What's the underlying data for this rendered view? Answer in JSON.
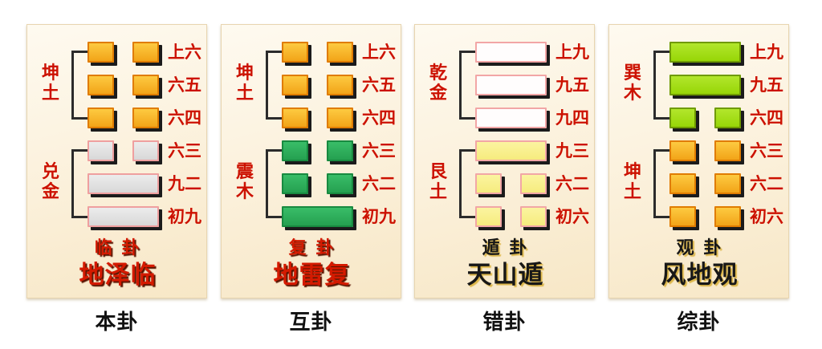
{
  "colors": {
    "line_orange": "#f7ae1d",
    "line_gray": "#e0e0e0",
    "line_green": "#2eae5c",
    "line_white": "#fffdfd",
    "line_yellow": "#f9f08f",
    "line_lime": "#a2dd17",
    "line_border_pink": "#f2a6a6",
    "line_shadow": "#1b1b1b",
    "label_red": "#cc1100",
    "name_red": "#d41a00",
    "name_black": "#171717",
    "name_gold_shadow": "#dcb64a",
    "card_background": "#fbf0da",
    "bracket_black": "#2b2b2b"
  },
  "cards": [
    {
      "footer_label": "本卦",
      "upper_trigram": "坤土",
      "lower_trigram": "兑金",
      "name_short": "临 卦",
      "name_full": "地泽临",
      "name_style": "red",
      "lines": [
        {
          "label": "上六",
          "type": "yin",
          "color": "orange"
        },
        {
          "label": "六五",
          "type": "yin",
          "color": "orange"
        },
        {
          "label": "六四",
          "type": "yin",
          "color": "orange"
        },
        {
          "label": "六三",
          "type": "yin",
          "color": "gray"
        },
        {
          "label": "九二",
          "type": "yang",
          "color": "gray"
        },
        {
          "label": "初九",
          "type": "yang",
          "color": "gray"
        }
      ]
    },
    {
      "footer_label": "互卦",
      "upper_trigram": "坤土",
      "lower_trigram": "震木",
      "name_short": "复 卦",
      "name_full": "地雷复",
      "name_style": "red",
      "lines": [
        {
          "label": "上六",
          "type": "yin",
          "color": "orange"
        },
        {
          "label": "六五",
          "type": "yin",
          "color": "orange"
        },
        {
          "label": "六四",
          "type": "yin",
          "color": "orange"
        },
        {
          "label": "六三",
          "type": "yin",
          "color": "green"
        },
        {
          "label": "六二",
          "type": "yin",
          "color": "green"
        },
        {
          "label": "初九",
          "type": "yang",
          "color": "green"
        }
      ]
    },
    {
      "footer_label": "错卦",
      "upper_trigram": "乾金",
      "lower_trigram": "艮土",
      "name_short": "遁 卦",
      "name_full": "天山遁",
      "name_style": "dark",
      "lines": [
        {
          "label": "上九",
          "type": "yang",
          "color": "white"
        },
        {
          "label": "九五",
          "type": "yang",
          "color": "white"
        },
        {
          "label": "九四",
          "type": "yang",
          "color": "white"
        },
        {
          "label": "九三",
          "type": "yang",
          "color": "yellow"
        },
        {
          "label": "六二",
          "type": "yin",
          "color": "yellow"
        },
        {
          "label": "初六",
          "type": "yin",
          "color": "yellow"
        }
      ]
    },
    {
      "footer_label": "综卦",
      "upper_trigram": "巽木",
      "lower_trigram": "坤土",
      "name_short": "观 卦",
      "name_full": "风地观",
      "name_style": "dark",
      "lines": [
        {
          "label": "上九",
          "type": "yang",
          "color": "lime"
        },
        {
          "label": "九五",
          "type": "yang",
          "color": "lime"
        },
        {
          "label": "六四",
          "type": "yin",
          "color": "lime"
        },
        {
          "label": "六三",
          "type": "yin",
          "color": "orange"
        },
        {
          "label": "六二",
          "type": "yin",
          "color": "orange"
        },
        {
          "label": "初六",
          "type": "yin",
          "color": "orange"
        }
      ]
    }
  ]
}
